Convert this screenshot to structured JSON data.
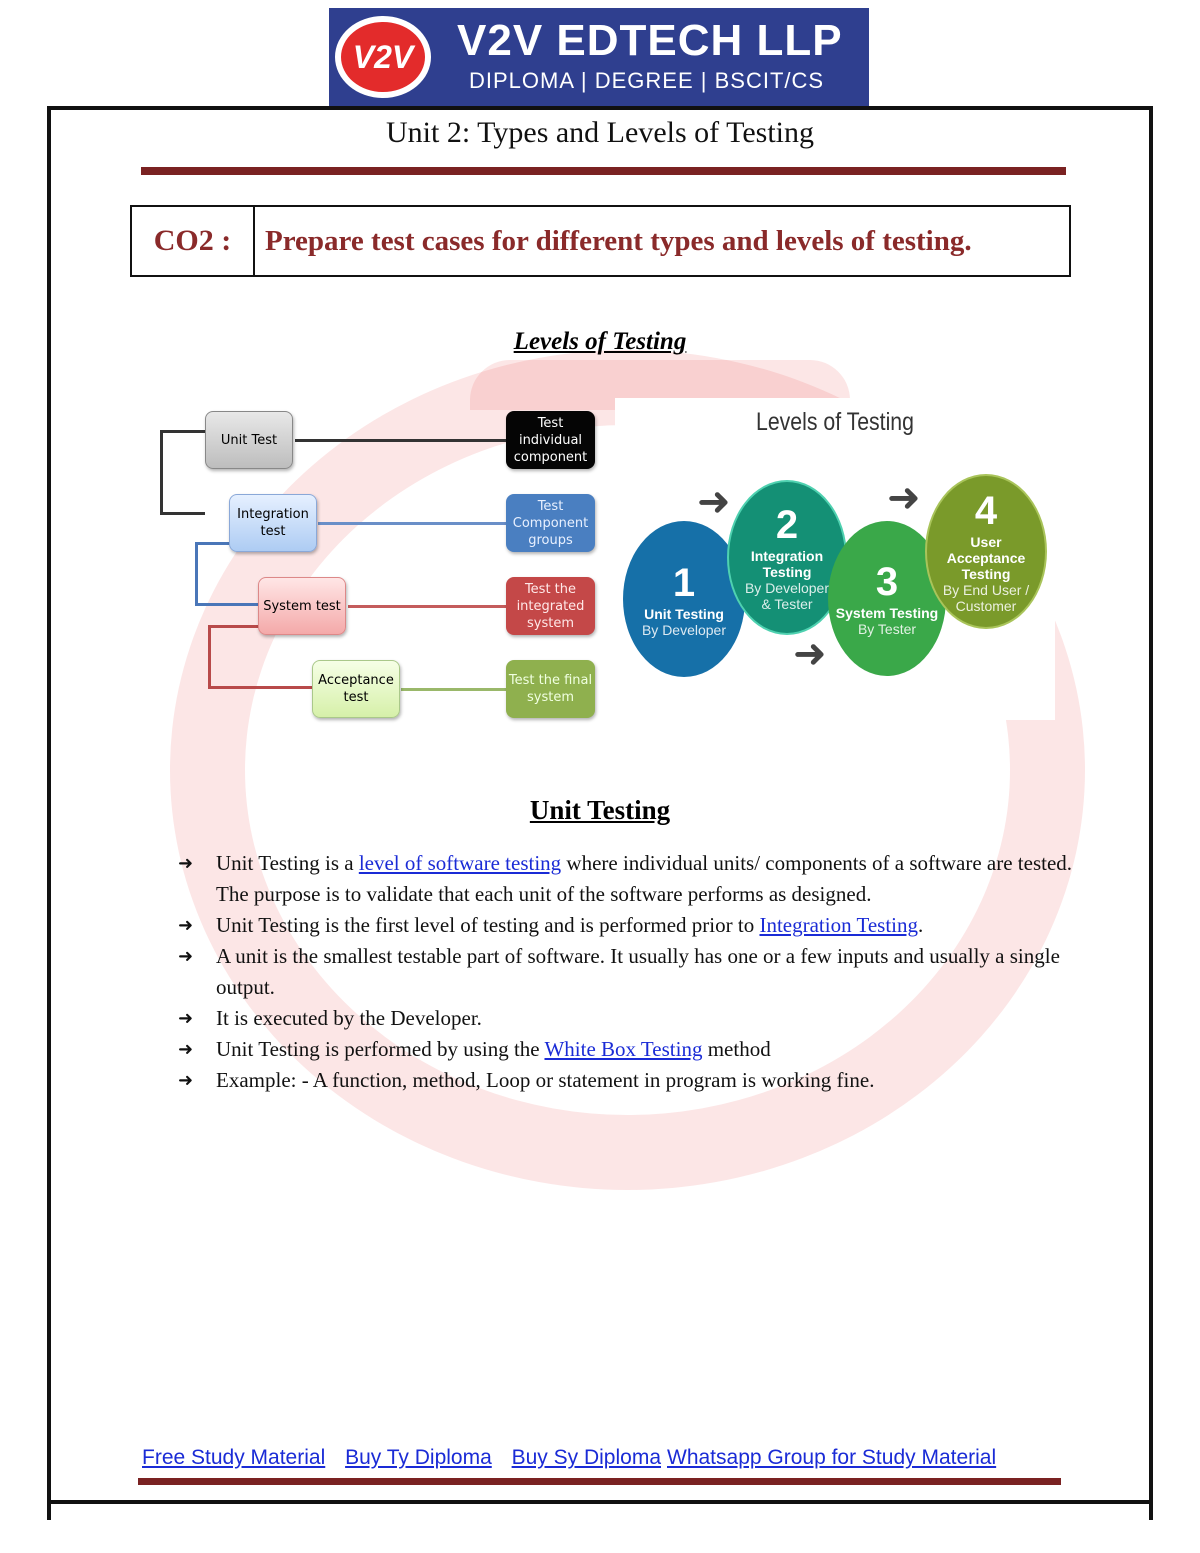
{
  "header": {
    "logo_badge": "V2V",
    "logo_name": "V2V EDTECH LLP",
    "logo_sub": "DIPLOMA | DEGREE | BSCIT/CS",
    "brand_color": "#2f3f8f"
  },
  "title": "Unit 2: Types and Levels of Testing",
  "co": {
    "label": "CO2 :",
    "text": "Prepare test cases for different types and levels of testing."
  },
  "section_heading": "Levels of Testing",
  "flow_diagram": {
    "levels": [
      "Unit Test",
      "Integration test",
      "System test",
      "Acceptance test"
    ],
    "descriptions": [
      "Test individual component",
      "Test Component groups",
      "Test the integrated system",
      "Test the final system"
    ]
  },
  "levels_graphic": {
    "title": "Levels of Testing",
    "steps": [
      {
        "num": "1",
        "name": "Unit Testing",
        "by": "By Developer"
      },
      {
        "num": "2",
        "name": "Integration Testing",
        "by": "By Developer & Tester"
      },
      {
        "num": "3",
        "name": "System Testing",
        "by": "By Tester"
      },
      {
        "num": "4",
        "name": "User Acceptance Testing",
        "by": "By End User / Customer"
      }
    ]
  },
  "unit_testing": {
    "heading": "Unit Testing",
    "b1": {
      "pre": "Unit Testing is a ",
      "link": "level of software testing",
      "post": " where individual units/ components of a software are tested. The purpose is to validate that each unit of the software performs as designed."
    },
    "b2": {
      "pre": "Unit Testing is the first level of testing and is performed prior to ",
      "link": "Integration Testing",
      "post": "."
    },
    "b3": "A unit is the smallest testable part of software. It usually has one or a few inputs and usually a single output.",
    "b4": "It is executed by the Developer.",
    "b5": {
      "pre": "Unit Testing is performed by using the ",
      "link": "White Box Testing",
      "post": " method"
    },
    "b6": "Example: - A function, method, Loop or statement in program is working fine."
  },
  "footer": {
    "links": [
      "Free Study Material",
      "Buy Ty Diploma",
      "Buy Sy Diploma",
      "Whatsapp Group for Study Material"
    ]
  }
}
